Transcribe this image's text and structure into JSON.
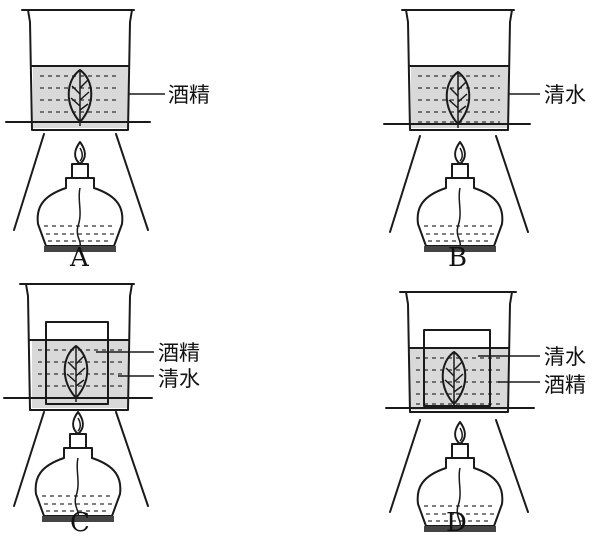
{
  "panels": [
    {
      "id": "A",
      "caption": "A",
      "labels": [
        "酒精"
      ]
    },
    {
      "id": "B",
      "caption": "B",
      "labels": [
        "清水"
      ]
    },
    {
      "id": "C",
      "caption": "C",
      "labels": [
        "酒精",
        "清水"
      ]
    },
    {
      "id": "D",
      "caption": "D",
      "labels": [
        "清水",
        "酒精"
      ]
    }
  ]
}
